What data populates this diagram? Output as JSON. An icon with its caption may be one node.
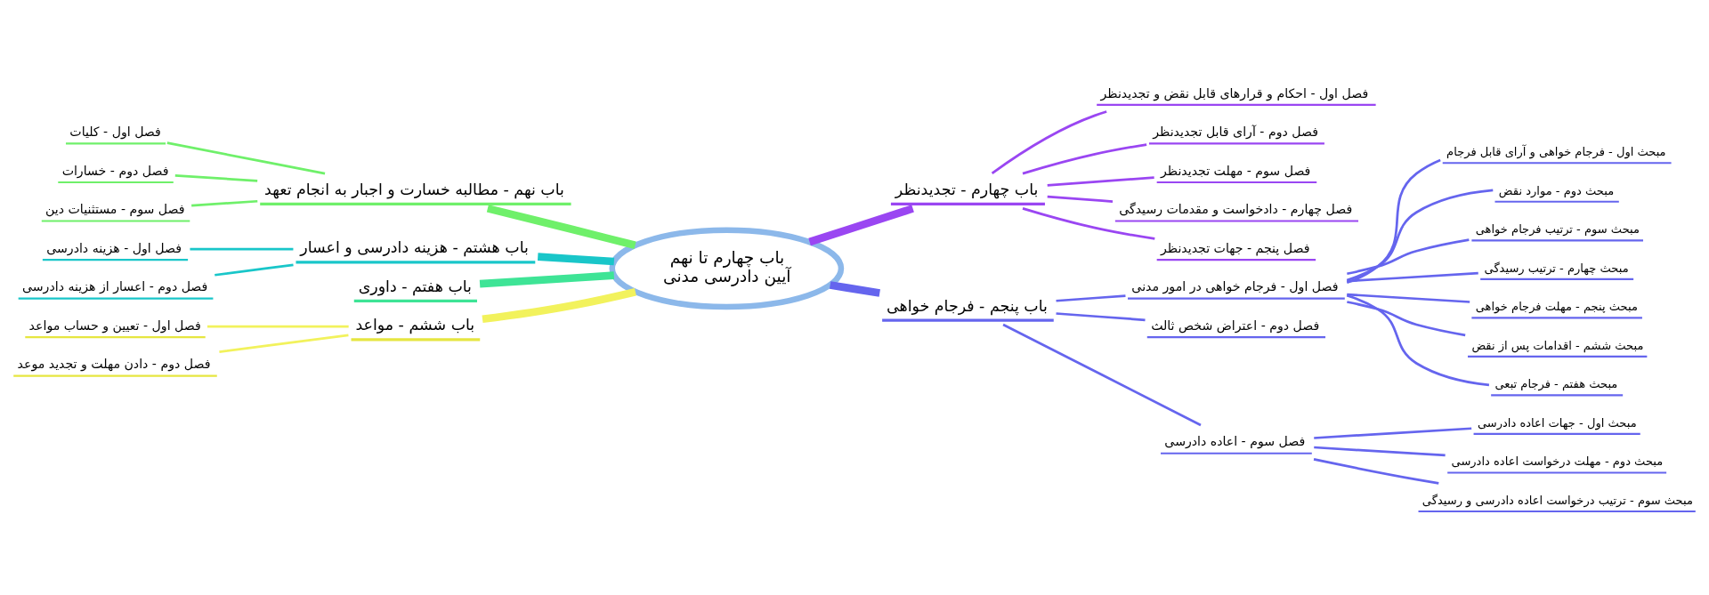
{
  "diagram": {
    "nodes": [
      {
        "text": [
          "باب چهارم تا نهم آیین دادرسی مدنی"
        ]
      },
      {
        "text": [
          "باب چهارم - تجدیدنظر"
        ]
      },
      {
        "text": [
          "فصل اول - احکام و قرارهای قابل نقض و تجدیدنظر"
        ]
      },
      {
        "text": [
          "فصل دوم - آرای قابل تجدیدنظر"
        ]
      },
      {
        "text": [
          "فصل سوم - مهلت تجدیدنظر"
        ]
      },
      {
        "text": [
          "فصل چهارم - دادخواست و مقدمات رسیدگی"
        ]
      },
      {
        "text": [
          "فصل پنجم - جهات تجدیدنظر"
        ]
      },
      {
        "text": [
          "باب پنجم - فرجام خواهی"
        ]
      },
      {
        "text": [
          "فصل اول - فرجام خواهی در امور مدنی"
        ]
      },
      {
        "text": [
          "مبحث اول - فرجام خواهی و آرای قابل فرجام"
        ]
      },
      {
        "text": [
          "مبحث دوم - موارد نقض"
        ]
      },
      {
        "text": [
          "مبحث سوم - ترتیب فرجام خواهی"
        ]
      },
      {
        "text": [
          "مبحث چهارم - ترتیب رسیدگی"
        ]
      },
      {
        "text": [
          "مبحث پنجم - مهلت فرجام خواهی"
        ]
      },
      {
        "text": [
          "مبحث ششم - اقدامات پس از نقض"
        ]
      },
      {
        "text": [
          "مبحث هفتم - فرجام تبعی"
        ]
      },
      {
        "text": [
          "فصل دوم - اعتراض شخص ثالث"
        ]
      },
      {
        "text": [
          "فصل سوم - اعاده دادرسی"
        ]
      },
      {
        "text": [
          "مبحث اول - جهات اعاده دادرسی"
        ]
      },
      {
        "text": [
          "مبحث دوم - مهلت درخواست اعاده دادرسی"
        ]
      },
      {
        "text": [
          "مبحث سوم - ترتیب درخواست اعاده دادرسی و رسیدگی"
        ]
      },
      {
        "text": [
          "باب ششم - مواعد"
        ]
      },
      {
        "text": [
          "فصل اول - تعیین و حساب مواعد"
        ]
      },
      {
        "text": [
          "فصل دوم - دادن مهلت و تجدید موعد"
        ]
      },
      {
        "text": [
          "باب هفتم - داوری"
        ]
      },
      {
        "text": [
          "باب هشتم - هزینه دادرسی و اعسار"
        ]
      },
      {
        "text": [
          "فصل اول - هزینه دادرسی"
        ]
      },
      {
        "text": [
          "فصل دوم - اعسار از هزینه دادرسی"
        ]
      },
      {
        "text": [
          "باب نهم - مطالبه خسارت و اجبار به انجام تعهد"
        ]
      },
      {
        "text": [
          "فصل اول - کلیات"
        ]
      },
      {
        "text": [
          "فصل دوم - خسارات"
        ]
      },
      {
        "text": [
          "فصل سوم - مستثنیات دین"
        ]
      }
    ],
    "edges": [
      {
        "from": 0,
        "to": 1,
        "arrow": "none",
        "style": "thick",
        "color": "#9a46f2"
      },
      {
        "from": 1,
        "to": 2,
        "arrow": "none",
        "color": "#9a46f2"
      },
      {
        "from": 1,
        "to": 3,
        "arrow": "none",
        "color": "#9a46f2"
      },
      {
        "from": 1,
        "to": 4,
        "arrow": "none",
        "color": "#9a46f2"
      },
      {
        "from": 1,
        "to": 5,
        "arrow": "none",
        "color": "#9a46f2"
      },
      {
        "from": 1,
        "to": 6,
        "arrow": "none",
        "color": "#9a46f2"
      },
      {
        "from": 0,
        "to": 7,
        "arrow": "none",
        "style": "thick"
      },
      {
        "from": 7,
        "to": 8,
        "arrow": "none"
      },
      {
        "from": 8,
        "to": 9,
        "arrow": "none"
      },
      {
        "from": 8,
        "to": 10,
        "arrow": "none"
      },
      {
        "from": 8,
        "to": 11,
        "arrow": "none"
      },
      {
        "from": 8,
        "to": 12,
        "arrow": "none"
      },
      {
        "from": 8,
        "to": 13,
        "arrow": "none"
      },
      {
        "from": 8,
        "to": 14,
        "arrow": "none"
      },
      {
        "from": 8,
        "to": 15,
        "arrow": "none"
      },
      {
        "from": 7,
        "to": 16,
        "arrow": "none"
      },
      {
        "from": 7,
        "to": 17,
        "arrow": "none"
      },
      {
        "from": 17,
        "to": 18,
        "arrow": "none"
      },
      {
        "from": 17,
        "to": 19,
        "arrow": "none"
      },
      {
        "from": 17,
        "to": 20,
        "arrow": "none"
      },
      {
        "from": 28,
        "to": 0,
        "arrow": "none",
        "style": "thick",
        "color": "#6ff06a"
      },
      {
        "from": 29,
        "to": 28,
        "arrow": "none",
        "color": "#6ff06a"
      },
      {
        "from": 30,
        "to": 28,
        "arrow": "none",
        "color": "#6ff06a"
      },
      {
        "from": 31,
        "to": 28,
        "arrow": "none",
        "color": "#6ff06a"
      },
      {
        "from": 25,
        "to": 0,
        "arrow": "none",
        "style": "thick",
        "color": "#19c6c9"
      },
      {
        "from": 26,
        "to": 25,
        "arrow": "none",
        "color": "#19c6c9"
      },
      {
        "from": 27,
        "to": 25,
        "arrow": "none",
        "color": "#19c6c9"
      },
      {
        "from": 24,
        "to": 0,
        "arrow": "none",
        "style": "thick",
        "color": "#3ee496"
      },
      {
        "from": 21,
        "to": 0,
        "arrow": "none",
        "style": "thick",
        "color": "#f2f25c"
      },
      {
        "from": 22,
        "to": 21,
        "arrow": "none",
        "color": "#f2f25c"
      },
      {
        "from": 23,
        "to": 21,
        "arrow": "none",
        "color": "#f2f25c"
      }
    ]
  }
}
